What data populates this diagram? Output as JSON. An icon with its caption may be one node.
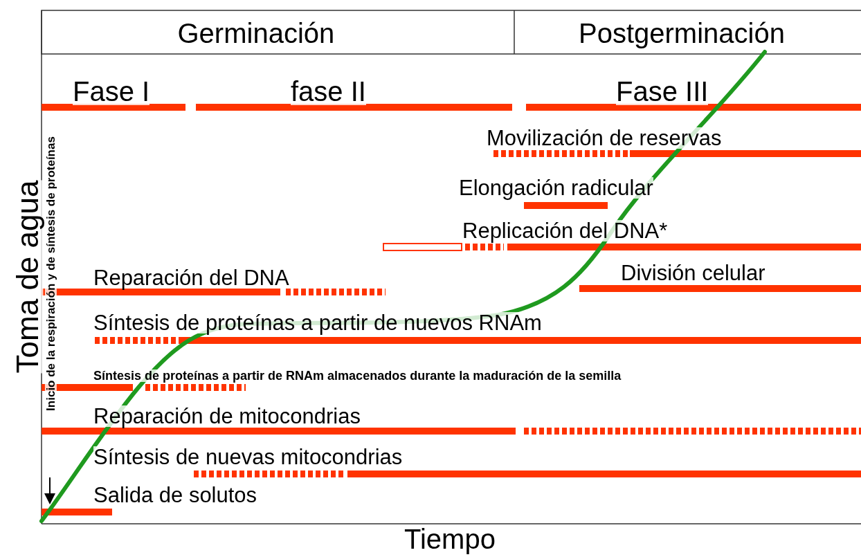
{
  "diagram": {
    "labels": [
      "Germinación",
      "Postgerminación",
      "Fase I",
      "fase II",
      "Fase III",
      "Movilización de reservas",
      "Elongación radicular",
      "Replicación del DNA*",
      "División celular",
      "Reparación del DNA",
      "Síntesis de proteínas a partir de nuevos RNAm",
      "Síntesis de proteínas a partir de RNAm almacenados durante la maduración de la semilla",
      "Reparación de mitocondrias",
      "Síntesis de nuevas mitocondrias",
      "Salida de solutos",
      "Toma de agua",
      "Tiempo",
      "Inicio de la respiración y de síntesis de proteínas"
    ]
  }
}
